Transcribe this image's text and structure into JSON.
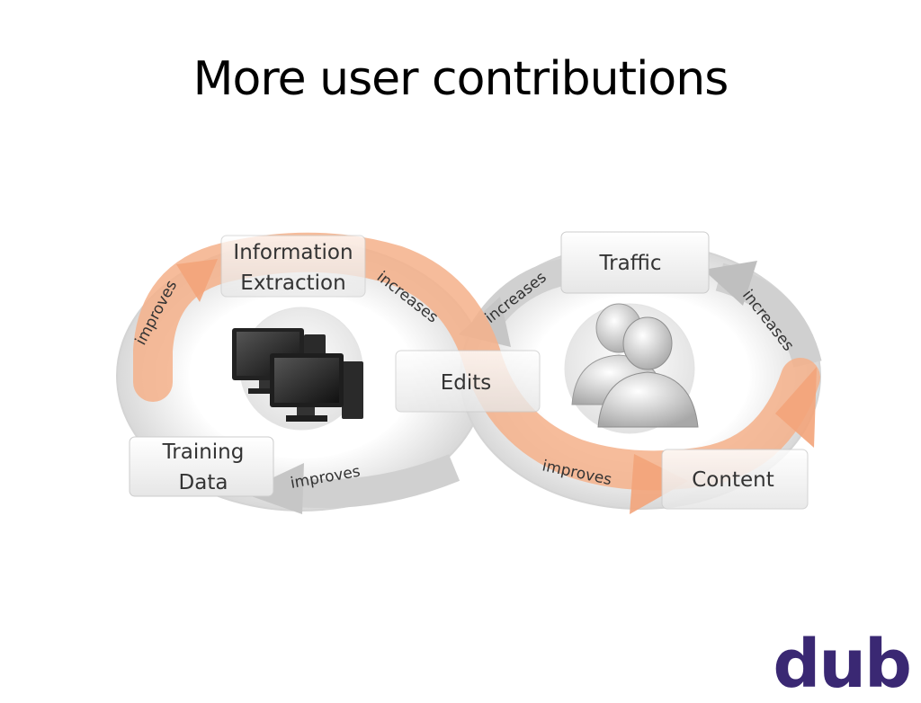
{
  "title": "More user contributions",
  "nodes": {
    "info_extraction": [
      "Information",
      "Extraction"
    ],
    "traffic": "Traffic",
    "edits": "Edits",
    "training_data": [
      "Training",
      "Data"
    ],
    "content": "Content"
  },
  "arrow_labels": {
    "improves_left": "improves",
    "increases_orange": "increases",
    "increases_center": "increases",
    "increases_right": "increases",
    "improves_bottom_left": "improves",
    "improves_bottom_right": "improves"
  },
  "icons": {
    "left_loop": "computers-icon",
    "right_loop": "users-icon"
  },
  "colors": {
    "orange_arrow": "#f5b08a",
    "gray_arrow": "#c9c9c9",
    "logo": "#3a2873"
  },
  "logo": "dub"
}
